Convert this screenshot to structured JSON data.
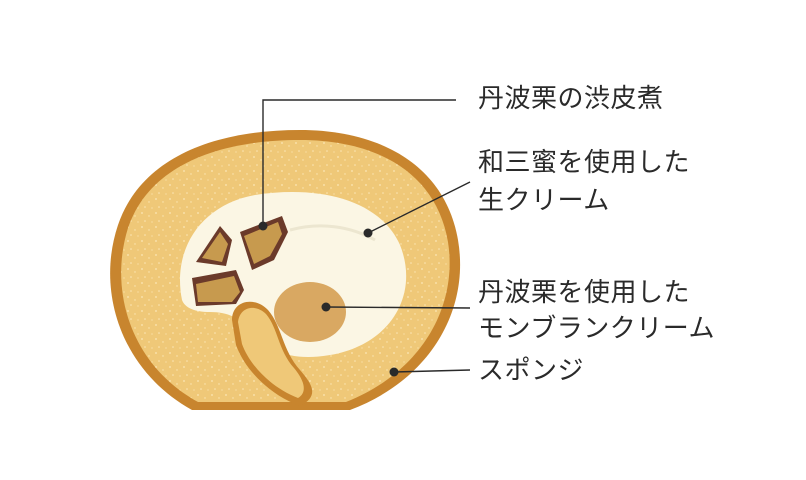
{
  "labels": {
    "chestnut": "丹波栗の渋皮煮",
    "cream_line1": "和三蜜を使用した",
    "cream_line2": "生クリーム",
    "montblanc_line1": "丹波栗を使用した",
    "montblanc_line2": "モンブランクリーム",
    "sponge": "スポンジ"
  },
  "colors": {
    "crust": "#c8852e",
    "sponge": "#efc878",
    "cream": "#fbf6e4",
    "montblanc": "#d9a862",
    "chestnut_skin": "#6b3a2a",
    "chestnut_flesh": "#c79a4e",
    "leader_line": "#2a2a2a"
  }
}
